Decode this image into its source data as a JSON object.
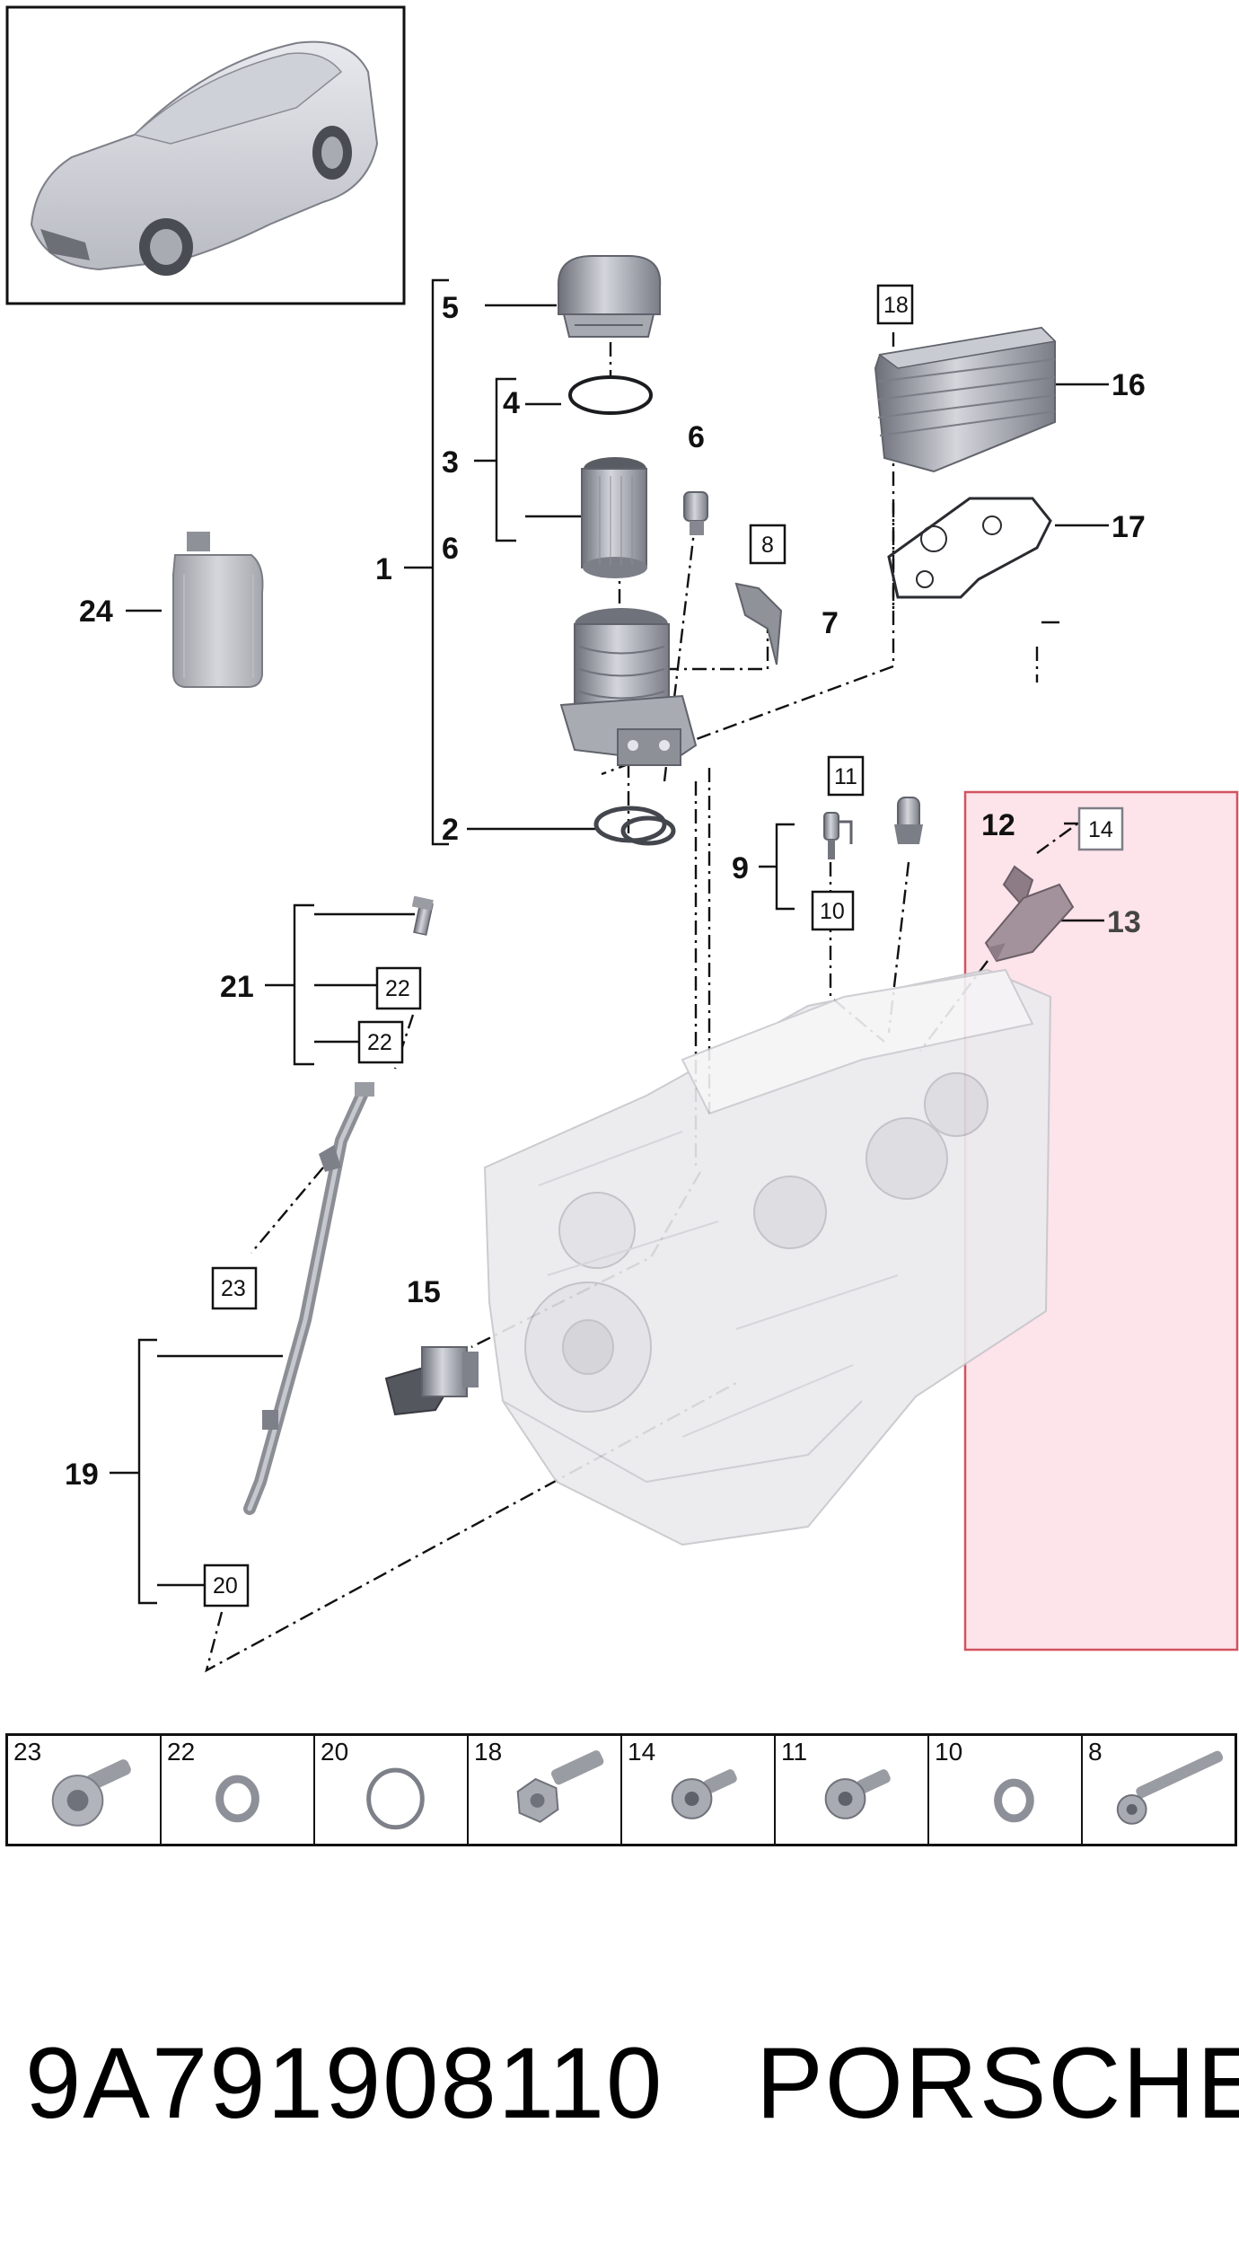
{
  "callouts": {
    "c1": "1",
    "c2": "2",
    "c3": "3",
    "c4": "4",
    "c5": "5",
    "c6a": "6",
    "c6b": "6",
    "c7": "7",
    "c8": "8",
    "c9": "9",
    "c10": "10",
    "c11": "11",
    "c12": "12",
    "c13": "13",
    "c14": "14",
    "c15": "15",
    "c16": "16",
    "c17": "17",
    "c18": "18",
    "c19": "19",
    "c20": "20",
    "c21": "21",
    "c22a": "22",
    "c22b": "22",
    "c23": "23",
    "c24": "24"
  },
  "fasteners": [
    {
      "num": "23",
      "icon": "flange-bolt-icon"
    },
    {
      "num": "22",
      "icon": "sealing-ring-icon"
    },
    {
      "num": "20",
      "icon": "o-ring-icon"
    },
    {
      "num": "18",
      "icon": "hex-bolt-icon"
    },
    {
      "num": "14",
      "icon": "socket-bolt-icon"
    },
    {
      "num": "11",
      "icon": "socket-bolt-icon"
    },
    {
      "num": "10",
      "icon": "sealing-ring-icon"
    },
    {
      "num": "8",
      "icon": "long-bolt-icon"
    }
  ],
  "footer": {
    "part_number": "9A791908110",
    "brand": "PORSCHE"
  },
  "colors": {
    "highlight_fill": "#fde3ea",
    "highlight_border": "#d2535f",
    "part_grey": "#9a9ca3",
    "engine_light": "#e6e6ea"
  }
}
